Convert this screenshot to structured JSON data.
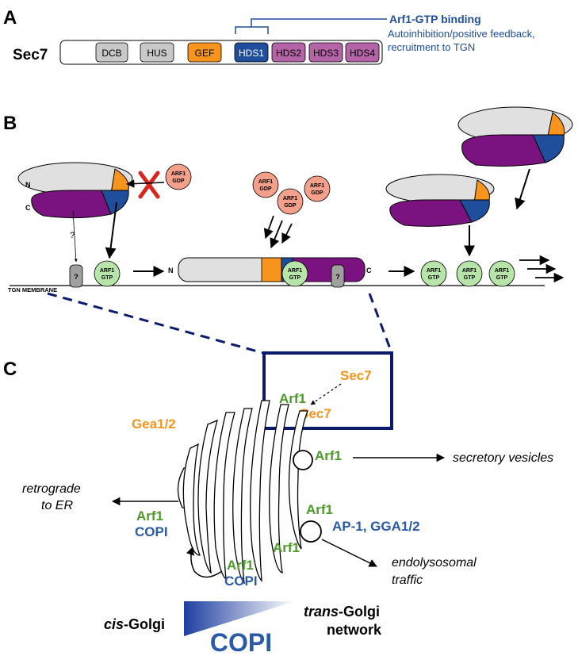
{
  "panel_a": {
    "letter": "A",
    "protein": "Sec7",
    "domains": [
      "DCB",
      "HUS",
      "GEF",
      "HDS1",
      "HDS2",
      "HDS3",
      "HDS4"
    ],
    "annotation_title": "Arf1-GTP binding",
    "annotation_line1": "Autoinhibition/positive feedback,",
    "annotation_line2": "recruitment to TGN"
  },
  "panel_b": {
    "letter": "B",
    "n_label": "N",
    "c_label": "C",
    "unknown_label": "?",
    "membrane_label": "TGN MEMBRANE",
    "arf1_gdp": [
      "ARF1",
      "GDP"
    ],
    "arf1_gtp": [
      "ARF1",
      "GTP"
    ]
  },
  "panel_c": {
    "letter": "C",
    "sec7": "Sec7",
    "arf1": "Arf1",
    "gea": "Gea1/2",
    "copi": "COPI",
    "ap": "AP-1, GGA1/2",
    "secretory": "secretory vesicles",
    "retro1": "retrograde",
    "retro2": "to ER",
    "endo1": "endolysosomal",
    "endo2": "traffic",
    "cis_prefix": "cis",
    "cis_suffix": "-Golgi",
    "trans_prefix": "trans",
    "trans_suffix": "-Golgi",
    "network": "network",
    "copi_big": "COPI"
  },
  "colors": {
    "gef_orange": "#f7941d",
    "hds1_blue": "#1f4e9c",
    "hds_pink": "#b565a7",
    "domain_grey": "#c8c8c8",
    "purple": "#7a1380",
    "arf_green": "#4c9a2a",
    "sec7_orange": "#f7941d",
    "copi_blue": "#2a5aa8",
    "gdp_salmon": "#f4a08a",
    "gtp_green": "#b7e4a8",
    "box_navy": "#0c1b6b"
  }
}
